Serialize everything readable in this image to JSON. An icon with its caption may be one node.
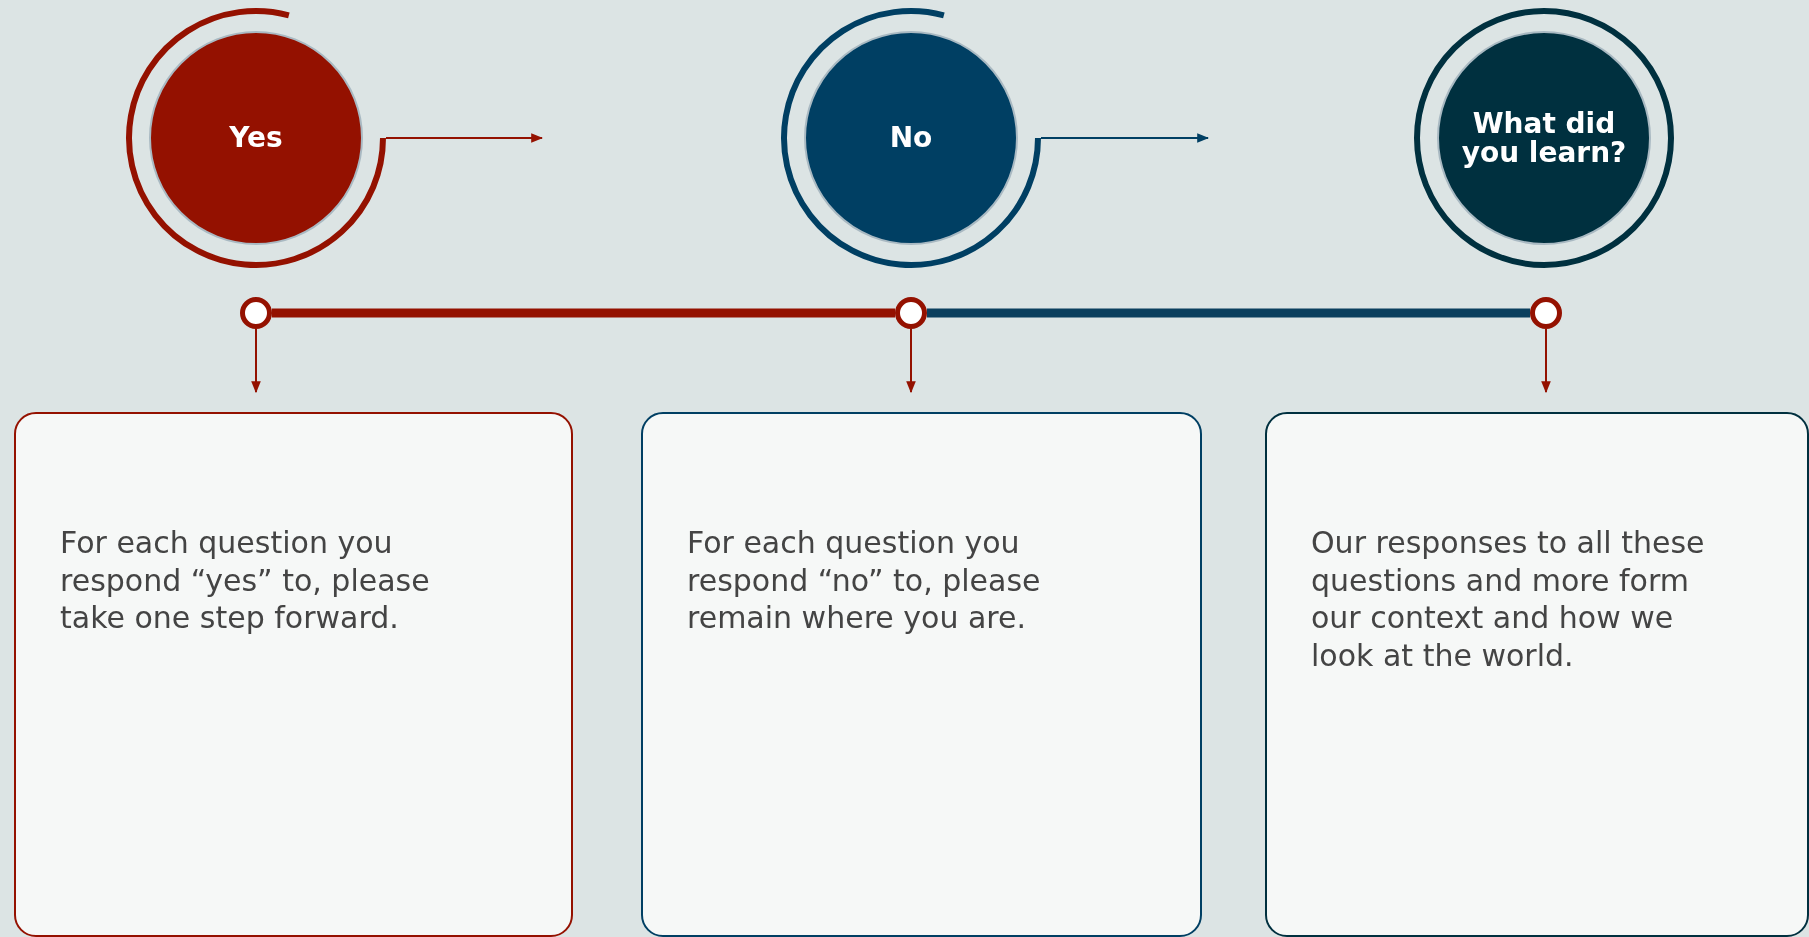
{
  "diagram": {
    "nodes": [
      {
        "text": [
          "Yes"
        ]
      },
      {
        "text": [
          "No"
        ]
      },
      {
        "text": [
          "What did you learn?"
        ]
      },
      {
        "text": [],
        "shape": "circle"
      },
      {
        "text": [],
        "shape": "circle"
      },
      {
        "text": [],
        "shape": "circle"
      },
      {
        "text": [
          "For each question you respond “yes” to, please take one step forward."
        ]
      },
      {
        "text": [
          "For each question you respond “no” to, please remain where you are."
        ]
      },
      {
        "text": [
          "Our responses to all these questions and more form our context and how we look at the world."
        ]
      }
    ],
    "edges": [
      {
        "from": 0,
        "to": null,
        "arrow": "to"
      },
      {
        "from": 1,
        "to": null,
        "arrow": "to",
        "color": "#003f63"
      },
      {
        "from": 3,
        "to": 4,
        "arrow": "none",
        "style": "thick"
      },
      {
        "from": 4,
        "to": 5,
        "arrow": "none",
        "style": "thick",
        "color": "#0b3f5e"
      },
      {
        "from": 3,
        "to": 6,
        "arrow": "to"
      },
      {
        "from": 4,
        "to": 7,
        "arrow": "to"
      },
      {
        "from": 5,
        "to": 8,
        "arrow": "to"
      }
    ]
  }
}
